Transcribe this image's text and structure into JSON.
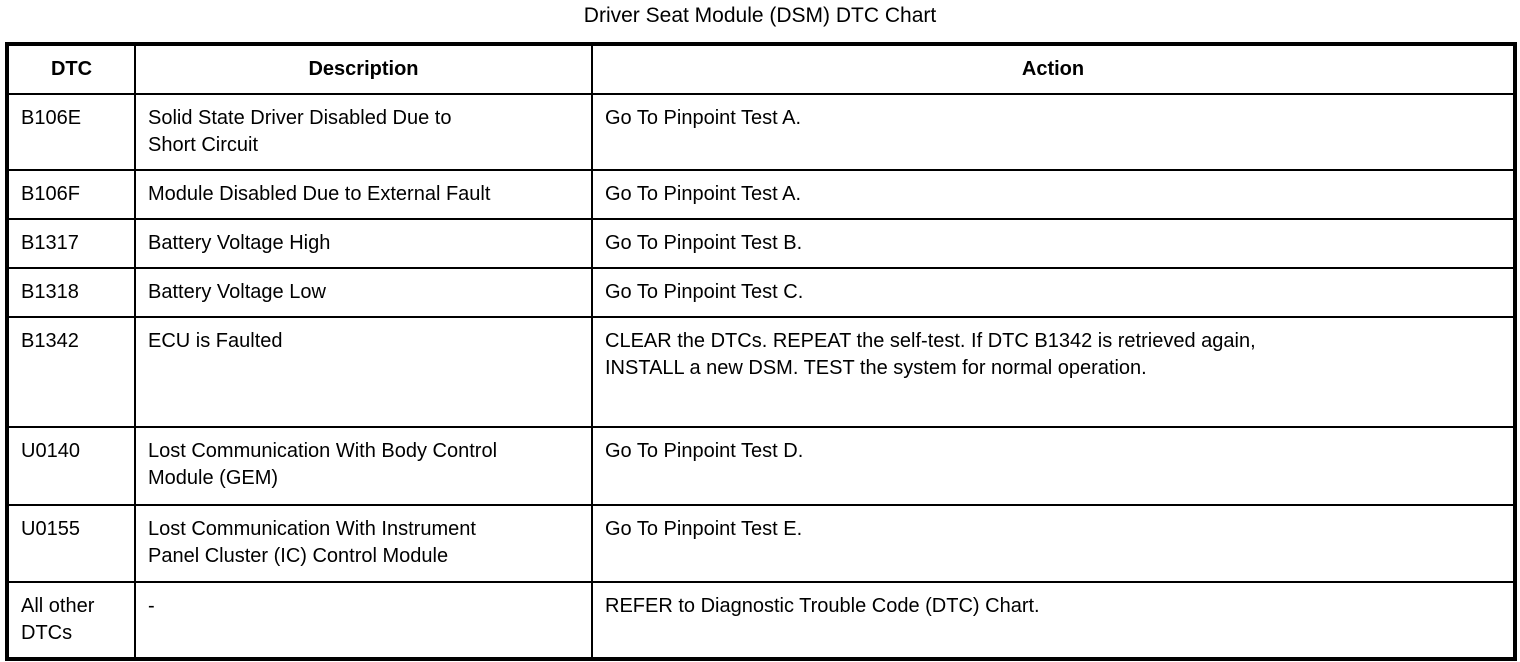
{
  "title": "Driver Seat Module (DSM) DTC Chart",
  "table": {
    "columns": {
      "dtc": "DTC",
      "description": "Description",
      "action": "Action"
    },
    "rows": [
      {
        "dtc": "B106E",
        "description": "Solid State Driver Disabled Due to\nShort Circuit",
        "action": "Go To Pinpoint Test A."
      },
      {
        "dtc": "B106F",
        "description": "Module Disabled Due to External Fault",
        "action": "Go To Pinpoint Test A."
      },
      {
        "dtc": "B1317",
        "description": "Battery Voltage High",
        "action": "Go To Pinpoint Test B."
      },
      {
        "dtc": "B1318",
        "description": "Battery Voltage Low",
        "action": "Go To Pinpoint Test C."
      },
      {
        "dtc": "B1342",
        "description": "ECU is Faulted",
        "action": "CLEAR the DTCs. REPEAT the self-test. If DTC B1342 is retrieved again,\nINSTALL a new DSM. TEST the system for normal operation."
      },
      {
        "dtc": "U0140",
        "description": "Lost Communication With Body Control\nModule (GEM)",
        "action": "Go To Pinpoint Test D."
      },
      {
        "dtc": "U0155",
        "description": "Lost Communication With Instrument\nPanel Cluster (IC) Control Module",
        "action": "Go To Pinpoint Test E."
      },
      {
        "dtc": "All other\nDTCs",
        "description": "-",
        "action": "REFER to Diagnostic Trouble Code (DTC) Chart."
      }
    ]
  },
  "colors": {
    "text": "#000000",
    "background": "#ffffff",
    "border": "#000000"
  }
}
